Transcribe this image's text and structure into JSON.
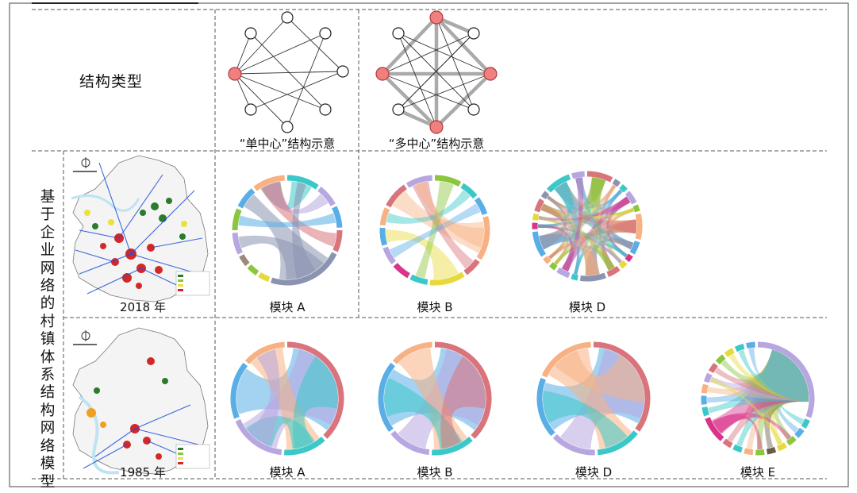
{
  "row_header": {
    "structure_type": "结构类型"
  },
  "side_title": "基于企业网络的村镇体系结构网络模型",
  "schematics": {
    "single_center_caption": "“单中心”结构示意",
    "multi_center_caption": "“多中心”结构示意"
  },
  "maps": {
    "year_2018": "2018 年",
    "year_1985": "1985 年"
  },
  "modules_2018": [
    {
      "label": "模块 A"
    },
    {
      "label": "模块 B"
    },
    {
      "label": "模块 D"
    }
  ],
  "modules_1985": [
    {
      "label": "模块 A"
    },
    {
      "label": "模块 B"
    },
    {
      "label": "模块 D"
    },
    {
      "label": "模块 E"
    }
  ],
  "colors": {
    "node_highlight": "#f08080",
    "node_highlight_stroke": "#b03a3a",
    "frame_line": "#555555",
    "chord_red": "#d9747c",
    "chord_cyan": "#3cc8c8",
    "chord_purple": "#b8a6e0",
    "chord_orange": "#f7b183",
    "chord_blue": "#5aaee6",
    "chord_grey": "#8a94b0",
    "chord_yellow": "#e8d93a",
    "chord_green": "#8cc63f",
    "chord_magenta": "#d9338a"
  }
}
